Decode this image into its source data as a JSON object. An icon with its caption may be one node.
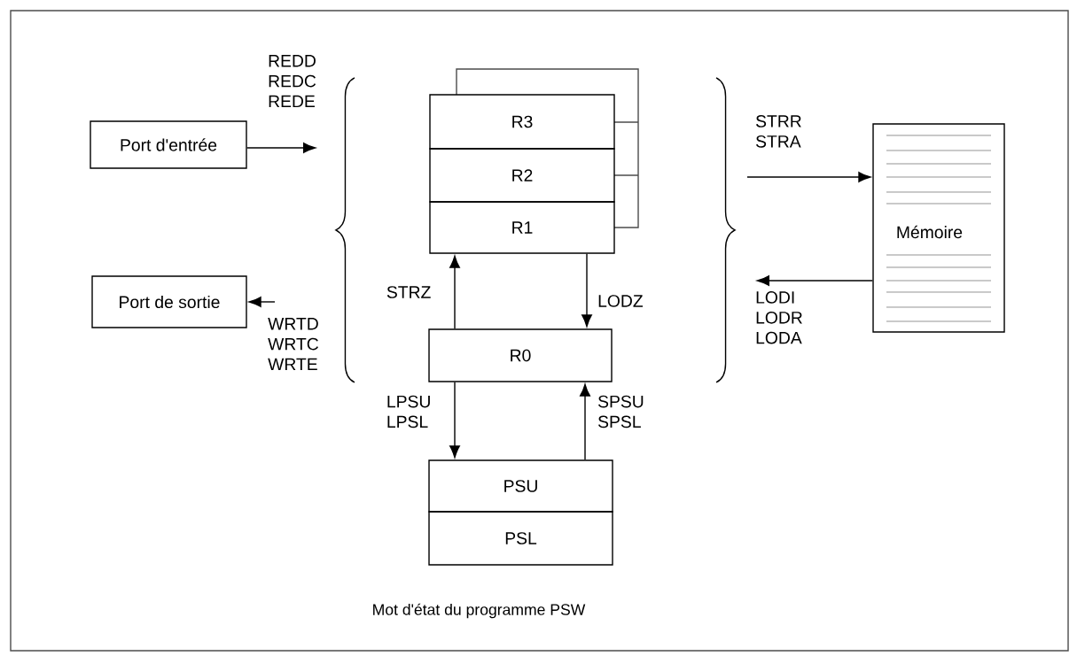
{
  "diagram": {
    "caption": "Mot d'état du programme PSW",
    "nodes": [
      {
        "text": [
          "Port d'entrée"
        ]
      },
      {
        "text": [
          "Port de sortie"
        ]
      },
      {
        "text": [
          "R3"
        ]
      },
      {
        "text": [
          "R2"
        ]
      },
      {
        "text": [
          "R1"
        ]
      },
      {
        "text": [
          "R0"
        ]
      },
      {
        "text": [
          "PSU"
        ]
      },
      {
        "text": [
          "PSL"
        ]
      },
      {
        "text": [
          "Mémoire"
        ]
      }
    ],
    "edges": [
      {
        "from": 0,
        "to": null,
        "arrow": "to",
        "label": "REDD REDC REDE"
      },
      {
        "from": null,
        "to": 1,
        "arrow": "to",
        "label": "WRTD WRTC WRTE"
      },
      {
        "from": null,
        "to": 8,
        "arrow": "to",
        "label": "STRR STRA"
      },
      {
        "from": 8,
        "to": null,
        "arrow": "to",
        "label": "LODI LODR LODA"
      },
      {
        "from": 5,
        "to": 4,
        "arrow": "to",
        "label": "STRZ"
      },
      {
        "from": 4,
        "to": 5,
        "arrow": "to",
        "label": "LODZ"
      },
      {
        "from": 5,
        "to": 6,
        "arrow": "to",
        "label": "LPSU LPSL"
      },
      {
        "from": 6,
        "to": 5,
        "arrow": "to",
        "label": "SPSU SPSL"
      }
    ]
  }
}
